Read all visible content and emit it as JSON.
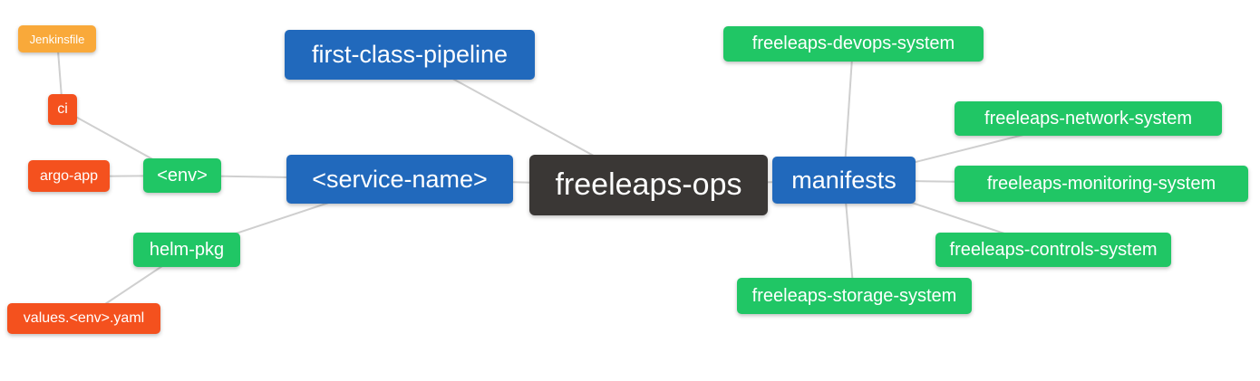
{
  "colors": {
    "root": "#3a3735",
    "l1": "#2169bc",
    "l2": "#20c665",
    "l3": "#f4511e",
    "l4": "#f9a93a",
    "edge": "#cfcfcf",
    "node_text": "#ffffff"
  },
  "nodes": [
    {
      "id": "freeleaps-ops",
      "label": "freeleaps-ops",
      "level": "root"
    },
    {
      "id": "first-class-pipeline",
      "label": "first-class-pipeline",
      "level": "l1"
    },
    {
      "id": "service-name",
      "label": "<service-name>",
      "level": "l1"
    },
    {
      "id": "manifests",
      "label": "manifests",
      "level": "l1"
    },
    {
      "id": "env",
      "label": "<env>",
      "level": "l2"
    },
    {
      "id": "helm-pkg",
      "label": "helm-pkg",
      "level": "l2"
    },
    {
      "id": "freeleaps-devops-system",
      "label": "freeleaps-devops-system",
      "level": "l2"
    },
    {
      "id": "freeleaps-network-system",
      "label": "freeleaps-network-system",
      "level": "l2"
    },
    {
      "id": "freeleaps-monitoring-system",
      "label": "freeleaps-monitoring-system",
      "level": "l2"
    },
    {
      "id": "freeleaps-controls-system",
      "label": "freeleaps-controls-system",
      "level": "l2"
    },
    {
      "id": "freeleaps-storage-system",
      "label": "freeleaps-storage-system",
      "level": "l2"
    },
    {
      "id": "ci",
      "label": "ci",
      "level": "l3"
    },
    {
      "id": "argo-app",
      "label": "argo-app",
      "level": "l3"
    },
    {
      "id": "values-env-yaml",
      "label": "values.<env>.yaml",
      "level": "l3"
    },
    {
      "id": "jenkinsfile",
      "label": "Jenkinsfile",
      "level": "l4"
    }
  ],
  "edges": [
    {
      "from": "jenkinsfile",
      "to": "ci"
    },
    {
      "from": "ci",
      "to": "env"
    },
    {
      "from": "argo-app",
      "to": "env"
    },
    {
      "from": "env",
      "to": "service-name"
    },
    {
      "from": "helm-pkg",
      "to": "service-name"
    },
    {
      "from": "values-env-yaml",
      "to": "helm-pkg"
    },
    {
      "from": "first-class-pipeline",
      "to": "freeleaps-ops"
    },
    {
      "from": "service-name",
      "to": "freeleaps-ops"
    },
    {
      "from": "freeleaps-ops",
      "to": "manifests"
    },
    {
      "from": "manifests",
      "to": "freeleaps-devops-system"
    },
    {
      "from": "manifests",
      "to": "freeleaps-network-system"
    },
    {
      "from": "manifests",
      "to": "freeleaps-monitoring-system"
    },
    {
      "from": "manifests",
      "to": "freeleaps-controls-system"
    },
    {
      "from": "manifests",
      "to": "freeleaps-storage-system"
    }
  ]
}
